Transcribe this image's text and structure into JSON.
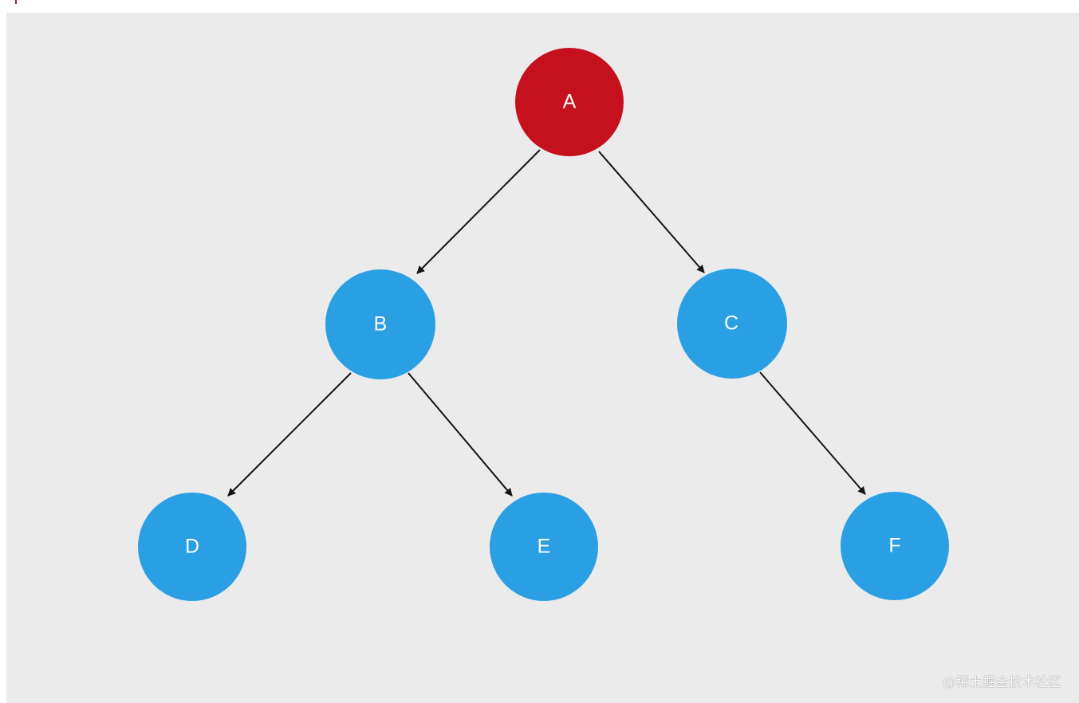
{
  "diagram": {
    "type": "binary-tree",
    "root": "A",
    "nodes": [
      {
        "id": "A",
        "label": "A",
        "color": "#c5101e"
      },
      {
        "id": "B",
        "label": "B",
        "color": "#2b9fe4"
      },
      {
        "id": "C",
        "label": "C",
        "color": "#2b9fe4"
      },
      {
        "id": "D",
        "label": "D",
        "color": "#2b9fe4"
      },
      {
        "id": "E",
        "label": "E",
        "color": "#2b9fe4"
      },
      {
        "id": "F",
        "label": "F",
        "color": "#2b9fe4"
      }
    ],
    "edges": [
      {
        "from": "A",
        "to": "B"
      },
      {
        "from": "A",
        "to": "C"
      },
      {
        "from": "B",
        "to": "D"
      },
      {
        "from": "B",
        "to": "E"
      },
      {
        "from": "C",
        "to": "F"
      }
    ],
    "edge_color": "#141414",
    "background_color": "#ebebeb"
  },
  "watermark": {
    "text": "@稀土掘金技术社区"
  }
}
